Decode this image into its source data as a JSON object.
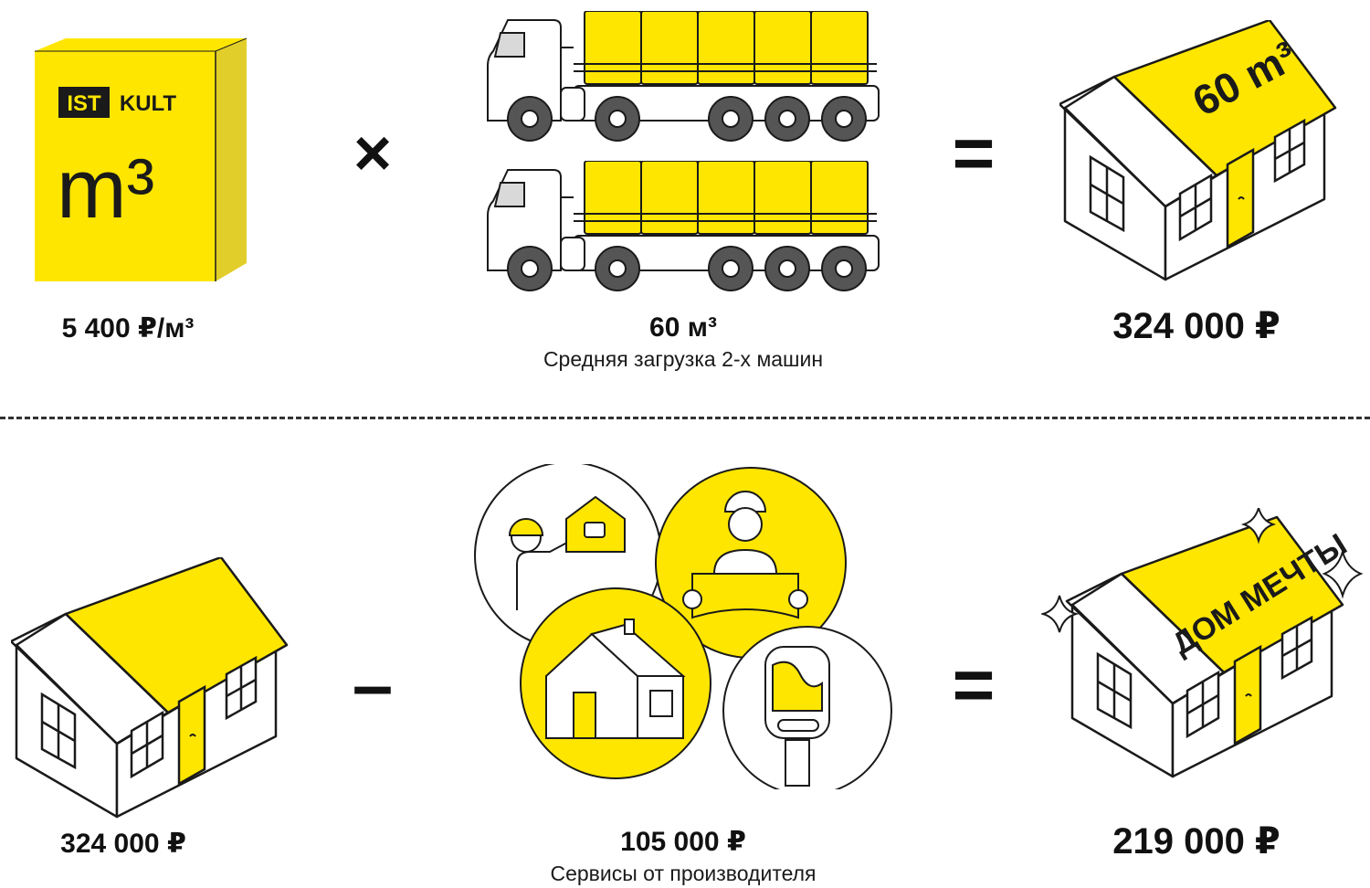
{
  "row1": {
    "box": {
      "brand_left": "IST",
      "brand_right": "KULT",
      "unit_label": "m³",
      "price": "5 400 ₽/м³"
    },
    "operator": "×",
    "trucks": {
      "volume": "60 м³",
      "caption": "Средняя загрузка 2-х машин"
    },
    "equals": "=",
    "house": {
      "roof_text": "60 m³",
      "total": "324 000 ₽"
    }
  },
  "row2": {
    "house": {
      "price": "324 000 ₽"
    },
    "operator": "–",
    "services": {
      "price": "105 000 ₽",
      "caption": "Сервисы от производителя"
    },
    "equals": "=",
    "dream_house": {
      "roof_text": "ДОМ МЕЧТЫ",
      "total": "219 000 ₽"
    }
  },
  "colors": {
    "yellow": "#FFE600",
    "yellow_dark": "#E2CE2A",
    "outline": "#1A1A1A",
    "wheel": "#555555",
    "dash": "#333333"
  }
}
